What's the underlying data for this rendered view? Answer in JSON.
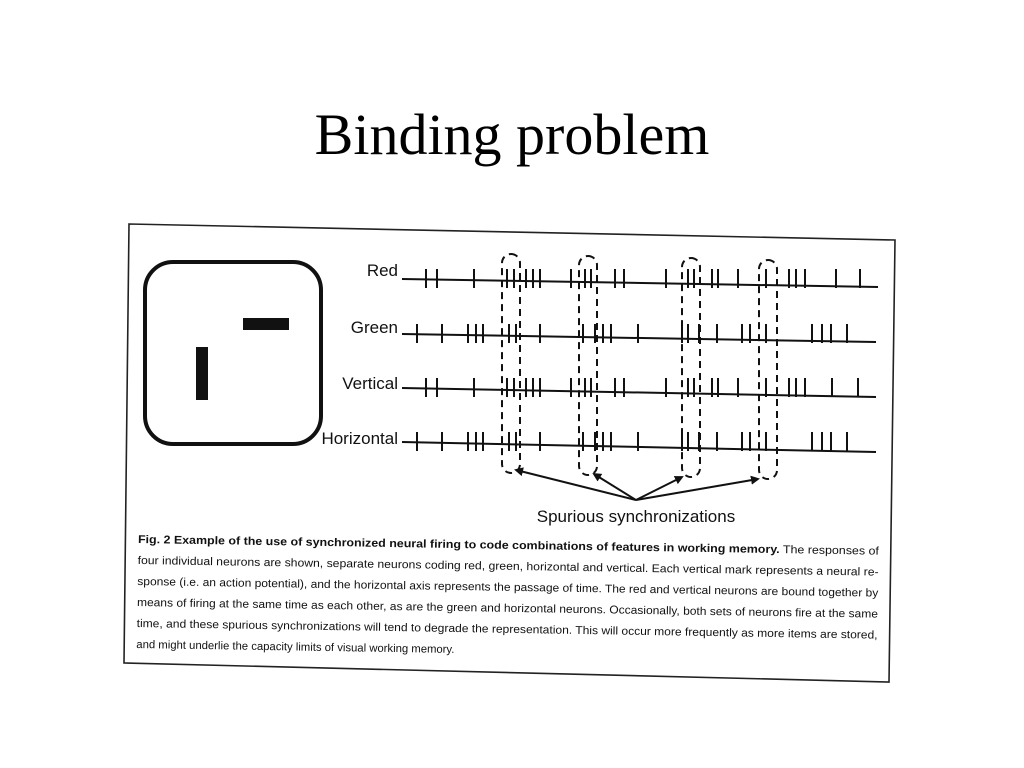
{
  "slide": {
    "title": "Binding problem"
  },
  "figure": {
    "neurons": [
      {
        "label": "Red"
      },
      {
        "label": "Green"
      },
      {
        "label": "Vertical"
      },
      {
        "label": "Horizontal"
      }
    ],
    "callout": "Spurious synchronizations",
    "caption": {
      "lead": "Fig. 2 Example of the use of synchronized neural firing to code combinations of features in working memory.",
      "line1_rest": " The responses of",
      "line2": "four individual neurons are shown, separate neurons coding red, green, horizontal and vertical. Each vertical mark represents a neural re-",
      "line3": "sponse (i.e. an action potential), and the horizontal axis represents the passage of time. The red and vertical neurons are bound together by",
      "line4": "means of firing at the same time as each other, as are the green and horizontal neurons. Occasionally, both sets of neurons fire at the same",
      "line5": "time, and these spurious synchronizations will tend to degrade the representation. This will occur more frequently as more items are stored,",
      "line6": "and might underlie the capacity limits of visual working memory."
    }
  },
  "colors": {
    "ink": "#111111",
    "paper": "#ffffff"
  }
}
